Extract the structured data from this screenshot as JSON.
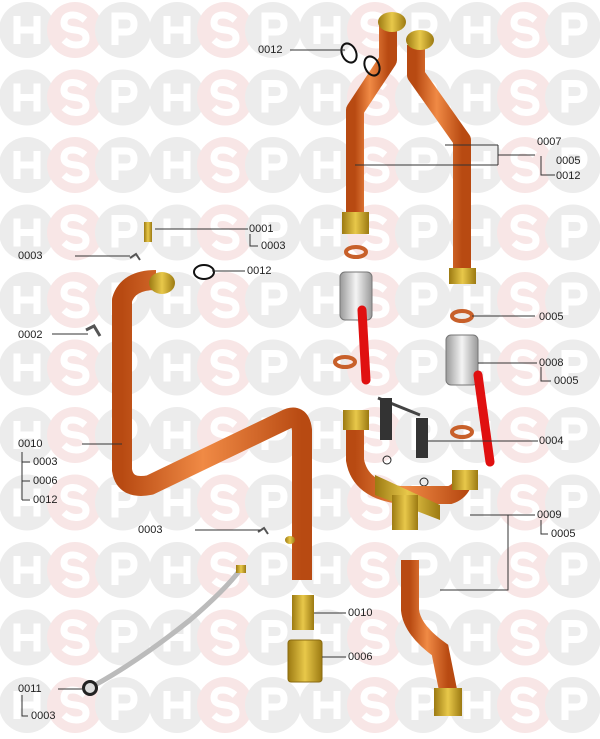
{
  "watermark": {
    "letters": [
      "H",
      "S",
      "P"
    ],
    "colors": {
      "grey": "#ececec",
      "pink": "#f8e6e6"
    }
  },
  "colors": {
    "copper": "#d9621e",
    "brass": "#c9a227",
    "handle": "#e01010",
    "valve": "#d8d8d8",
    "washer": "#c8602a",
    "leader": "#333333"
  },
  "labels": {
    "l1": "0012",
    "l2": "0007",
    "l3": "0005",
    "l4": "0012",
    "l5": "0001",
    "l6": "0003",
    "l7": "0003",
    "l8": "0012",
    "l9": "0002",
    "l10": "0005",
    "l11": "0008",
    "l12": "0005",
    "l13": "0010",
    "l14": "0003",
    "l15": "0006",
    "l16": "0012",
    "l17": "0004",
    "l18": "0003",
    "l19": "0009",
    "l20": "0005",
    "l21": "0010",
    "l22": "0006",
    "l23": "0011",
    "l24": "0003"
  }
}
